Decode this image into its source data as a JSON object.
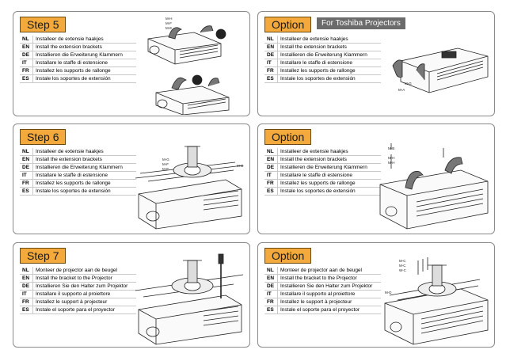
{
  "panels": [
    {
      "label": "Step 5",
      "tag": "",
      "rows": [
        {
          "code": "NL",
          "text": "Installeer de extensie haakjes"
        },
        {
          "code": "EN",
          "text": "Install the extension brackets"
        },
        {
          "code": "DE",
          "text": "Installieren die Erweiterung Klammern"
        },
        {
          "code": "IT",
          "text": "Installare le staffe di estensione"
        },
        {
          "code": "FR",
          "text": "Installez les supports de rallonge"
        },
        {
          "code": "ES",
          "text": "Instale los soportes de extensión"
        }
      ],
      "callouts": [
        "M-H",
        "M-F",
        "M-E"
      ]
    },
    {
      "label": "Option",
      "tag": "For Toshiba Projectors",
      "rows": [
        {
          "code": "NL",
          "text": "Installeer de extensie haakjes"
        },
        {
          "code": "EN",
          "text": "Install the extension brackets"
        },
        {
          "code": "DE",
          "text": "Installieren die Erweiterung Klammern"
        },
        {
          "code": "IT",
          "text": "Installare le staffe di estensione"
        },
        {
          "code": "FR",
          "text": "Installez les supports de rallonge"
        },
        {
          "code": "ES",
          "text": "Instale los soportes de extensión"
        }
      ],
      "callouts": [
        "M-G",
        "M-A"
      ]
    },
    {
      "label": "Step 6",
      "tag": "",
      "rows": [
        {
          "code": "NL",
          "text": "Installeer de extensie haakjes"
        },
        {
          "code": "EN",
          "text": "Install the extension brackets"
        },
        {
          "code": "DE",
          "text": "Installieren die Erweiterung Klammern"
        },
        {
          "code": "IT",
          "text": "Installare le staffe di estensione"
        },
        {
          "code": "FR",
          "text": "Installez les supports de rallonge"
        },
        {
          "code": "ES",
          "text": "Instale los soportes de extensión"
        }
      ],
      "callouts": [
        "M-G",
        "M-F",
        "M-E",
        "M-D"
      ]
    },
    {
      "label": "Option",
      "tag": "",
      "rows": [
        {
          "code": "NL",
          "text": "Installeer de extensie haakjes"
        },
        {
          "code": "EN",
          "text": "Install the extension brackets"
        },
        {
          "code": "DE",
          "text": "Installieren die Erweiterung Klammern"
        },
        {
          "code": "IT",
          "text": "Installare le staffe di estensione"
        },
        {
          "code": "FR",
          "text": "Installez les supports de rallonge"
        },
        {
          "code": "ES",
          "text": "Instale los soportes de extensión"
        }
      ],
      "callouts": [
        "M-B",
        "M-H",
        "M-H"
      ]
    },
    {
      "label": "Step 7",
      "tag": "",
      "rows": [
        {
          "code": "NL",
          "text": "Monteer de projector aan de beugel"
        },
        {
          "code": "EN",
          "text": "Install the bracket to the Projector"
        },
        {
          "code": "DE",
          "text": "Installieren Sie den Halter zum Projektor"
        },
        {
          "code": "IT",
          "text": "Installare il supporto al proiettore"
        },
        {
          "code": "FR",
          "text": "Installez le support à projecteur"
        },
        {
          "code": "ES",
          "text": "Instale el soporte para el proyector"
        }
      ],
      "callouts": []
    },
    {
      "label": "Option",
      "tag": "",
      "rows": [
        {
          "code": "NL",
          "text": "Monteer de projector aan de beugel"
        },
        {
          "code": "EN",
          "text": "Install the bracket to the Projector"
        },
        {
          "code": "DE",
          "text": "Installieren Sie den Halter zum Projektor"
        },
        {
          "code": "IT",
          "text": "Installare il supporto al proiettore"
        },
        {
          "code": "FR",
          "text": "Installez le support à projecteur"
        },
        {
          "code": "ES",
          "text": "Instale el soporte para el proyector"
        }
      ],
      "callouts": [
        "M-C",
        "M-C",
        "W-C",
        "M-D"
      ]
    }
  ],
  "colors": {
    "step_label": "#f3a93b",
    "tag_bg": "#6b6b6b",
    "border": "#8a8a8a"
  }
}
